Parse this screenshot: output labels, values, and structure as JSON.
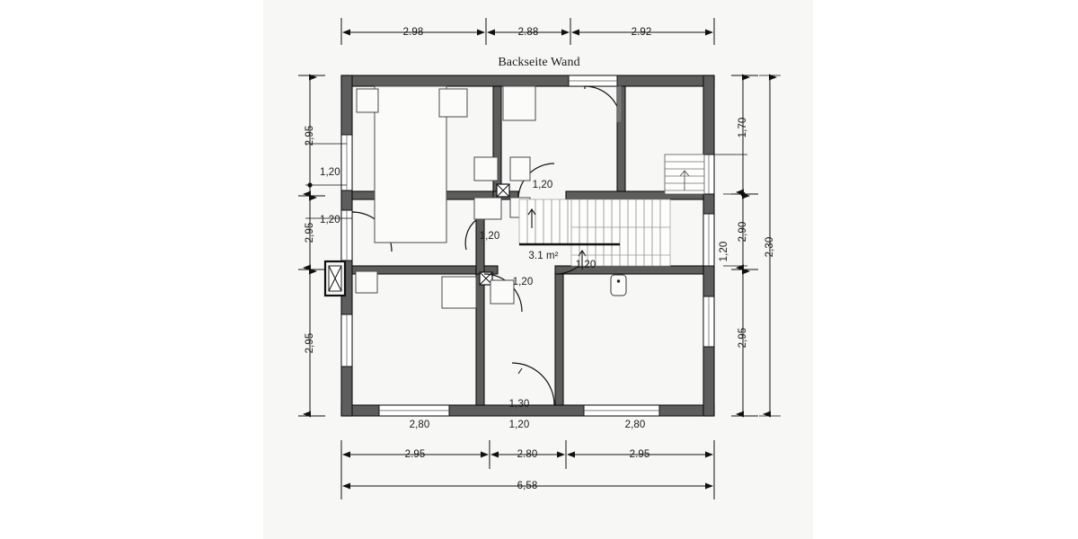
{
  "drawing": {
    "type": "architectural-floor-plan",
    "title_label": "Backseite Wand",
    "area_label": "3.1 m²",
    "colors": {
      "background": "#ffffff",
      "canvas": "#f7f7f5",
      "wall_fill": "#5a5a5a",
      "wall_outline": "#111111",
      "line": "#111111",
      "room_fill": "#fbfbfa",
      "furniture_line": "#444444",
      "stair_line": "#777777"
    },
    "dimensions": {
      "top": [
        {
          "value": "2.98",
          "name": "top-dim-1"
        },
        {
          "value": "2.88",
          "name": "top-dim-2"
        },
        {
          "value": "2.92",
          "name": "top-dim-3"
        }
      ],
      "left_outer": [
        {
          "value": "2,95",
          "name": "left-dim-1"
        },
        {
          "value": "2,95",
          "name": "left-dim-2"
        },
        {
          "value": "2,95",
          "name": "left-dim-3"
        }
      ],
      "left_inner": [
        {
          "value": "1,20",
          "name": "left-window-1"
        },
        {
          "value": "1,20",
          "name": "left-window-2"
        }
      ],
      "right_outer": [
        {
          "value": "1,70",
          "name": "right-dim-1"
        },
        {
          "value": "2,90",
          "name": "right-dim-2"
        },
        {
          "value": "2,95",
          "name": "right-dim-3"
        }
      ],
      "right_inner": [
        {
          "value": "1,20",
          "name": "right-window-1"
        }
      ],
      "right_total": {
        "value": "2,30",
        "name": "right-total-dim"
      },
      "bottom_interior": [
        {
          "value": "2,80",
          "name": "bottom-room-1"
        },
        {
          "value": "1,20",
          "name": "bottom-room-2"
        },
        {
          "value": "2,80",
          "name": "bottom-room-3"
        }
      ],
      "bottom_chain": [
        {
          "value": "2.95",
          "name": "bottom-dim-1"
        },
        {
          "value": "2.80",
          "name": "bottom-dim-2"
        },
        {
          "value": "2.95",
          "name": "bottom-dim-3"
        }
      ],
      "bottom_total": {
        "value": "6,58",
        "name": "bottom-total-dim"
      }
    },
    "door_widths": [
      {
        "value": "1,20",
        "name": "door-width-top-center"
      },
      {
        "value": "1,20",
        "name": "door-width-mid-left"
      },
      {
        "value": "1,20",
        "name": "door-width-mid-center"
      },
      {
        "value": "1,20",
        "name": "door-width-mid-right"
      },
      {
        "value": "1,20",
        "name": "door-width-lower-center"
      },
      {
        "value": "1,30",
        "name": "door-width-bottom-center"
      }
    ]
  }
}
